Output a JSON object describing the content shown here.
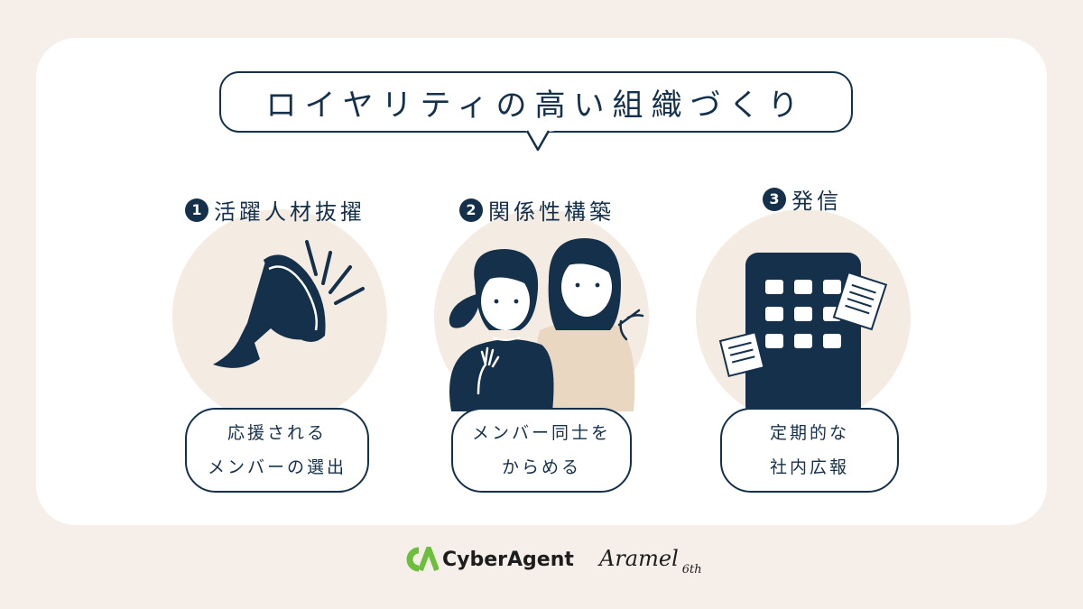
{
  "title": "ロイヤリティの高い組織づくり",
  "pillars": [
    {
      "number": "1",
      "label": "活躍人材抜擢",
      "bubble_line1": "応援される",
      "bubble_line2": "メンバーの選出",
      "icon": "megaphone-icon"
    },
    {
      "number": "2",
      "label": "関係性構築",
      "bubble_line1": "メンバー同士を",
      "bubble_line2": "からめる",
      "icon": "two-people-icon"
    },
    {
      "number": "3",
      "label": "発信",
      "bubble_line1": "定期的な",
      "bubble_line2": "社内広報",
      "icon": "smartphone-icon"
    }
  ],
  "footer": {
    "brand1": "CyberAgent",
    "brand1_mark": "CA",
    "brand2": "Aramel",
    "brand2_sub": "6th"
  },
  "colors": {
    "navy": "#14304a",
    "beige": "#f4ece3",
    "tan": "#ead7c2",
    "page_bg": "#f6efe9",
    "brand_green": "#6cbf3a"
  }
}
